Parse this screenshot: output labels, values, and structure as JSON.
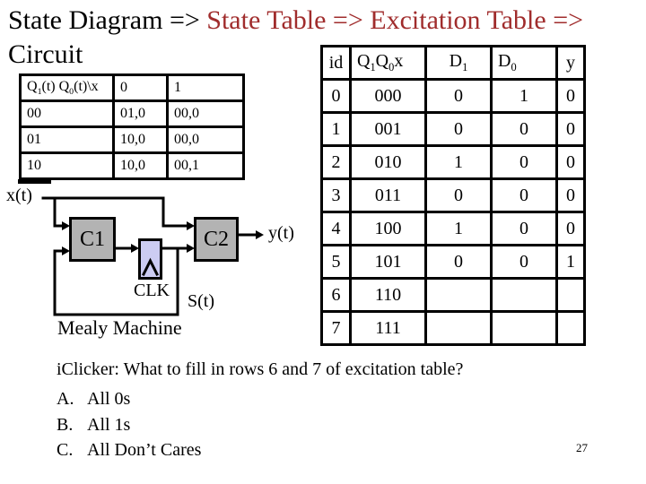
{
  "title": {
    "black_part": "State Diagram => ",
    "red_part": "State Table => Excitation Table =>",
    "line2": "Circuit"
  },
  "colors": {
    "title_red": "#A02C2C",
    "box_gray": "#B3B3B3",
    "register_lavender": "#CCCCF2"
  },
  "state_table": {
    "header": {
      "p1": "Q",
      "s1": "1",
      "p2": "(t) Q",
      "s2": "0",
      "p3": "(t)\\x",
      "col0": "0",
      "col1": "1"
    },
    "rows": [
      {
        "state": "00",
        "x0": "01,0",
        "x1": "00,0"
      },
      {
        "state": "01",
        "x0": "10,0",
        "x1": "00,0"
      },
      {
        "state": "10",
        "x0": "10,0",
        "x1": "00,1"
      }
    ]
  },
  "circuit": {
    "x_label": "x(t)",
    "y_label": "y(t)",
    "c1_label": "C1",
    "c2_label": "C2",
    "clk_label": "CLK",
    "s_label": "S(t)",
    "caption": "Mealy Machine",
    "clock_icon": "rising-edge-chevron"
  },
  "excitation_table": {
    "header": {
      "id": "id",
      "q_p1": "Q",
      "q_s1": "1",
      "q_p2": "Q",
      "q_s2": "0",
      "q_p3": "x",
      "d1_p": "D",
      "d1_s": "1",
      "d0_p": "D",
      "d0_s": "0",
      "y": "y"
    },
    "rows": [
      {
        "id": "0",
        "q1q0x": "000",
        "d1": "0",
        "d0": "1",
        "y": "0"
      },
      {
        "id": "1",
        "q1q0x": "001",
        "d1": "0",
        "d0": "0",
        "y": "0"
      },
      {
        "id": "2",
        "q1q0x": "010",
        "d1": "1",
        "d0": "0",
        "y": "0"
      },
      {
        "id": "3",
        "q1q0x": "011",
        "d1": "0",
        "d0": "0",
        "y": "0"
      },
      {
        "id": "4",
        "q1q0x": "100",
        "d1": "1",
        "d0": "0",
        "y": "0"
      },
      {
        "id": "5",
        "q1q0x": "101",
        "d1": "0",
        "d0": "0",
        "y": "1"
      },
      {
        "id": "6",
        "q1q0x": "110",
        "d1": "",
        "d0": "",
        "y": ""
      },
      {
        "id": "7",
        "q1q0x": "111",
        "d1": "",
        "d0": "",
        "y": ""
      }
    ]
  },
  "question": {
    "prompt": "iClicker: What to fill in rows 6 and 7 of excitation table?",
    "options": [
      {
        "letter": "A.",
        "text": "All 0s"
      },
      {
        "letter": "B.",
        "text": "All 1s"
      },
      {
        "letter": "C.",
        "text": "All Don’t Cares"
      }
    ]
  },
  "page_number": "27"
}
